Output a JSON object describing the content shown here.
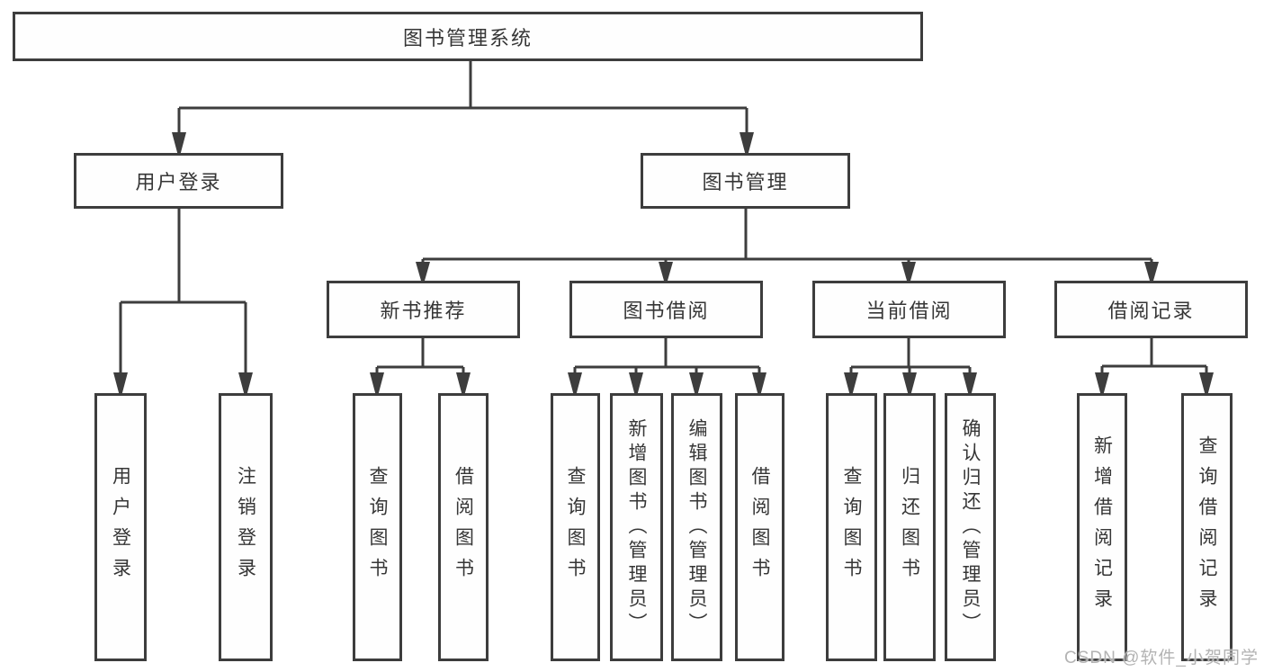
{
  "tree": {
    "root": {
      "label": "图书管理系统"
    },
    "branches": [
      {
        "label": "用户登录",
        "leaves": [
          {
            "label": "用户登录"
          },
          {
            "label": "注销登录"
          }
        ]
      },
      {
        "label": "图书管理",
        "groups": [
          {
            "label": "新书推荐",
            "leaves": [
              {
                "label": "查询图书"
              },
              {
                "label": "借阅图书"
              }
            ]
          },
          {
            "label": "图书借阅",
            "leaves": [
              {
                "label": "查询图书"
              },
              {
                "label": "新增图书（管理员）"
              },
              {
                "label": "编辑图书（管理员）"
              },
              {
                "label": "借阅图书"
              }
            ]
          },
          {
            "label": "当前借阅",
            "leaves": [
              {
                "label": "查询图书"
              },
              {
                "label": "归还图书"
              },
              {
                "label": "确认归还（管理员）"
              }
            ]
          },
          {
            "label": "借阅记录",
            "leaves": [
              {
                "label": "新增借阅记录"
              },
              {
                "label": "查询借阅记录"
              }
            ]
          }
        ]
      }
    ]
  },
  "watermark": {
    "text": "CSDN @软件_小贺同学"
  },
  "colors": {
    "line": "#3d3d3d",
    "box_border": "#3d3d3d",
    "text": "#363636",
    "background": "#ffffff",
    "watermark": "#b3b3b3"
  }
}
